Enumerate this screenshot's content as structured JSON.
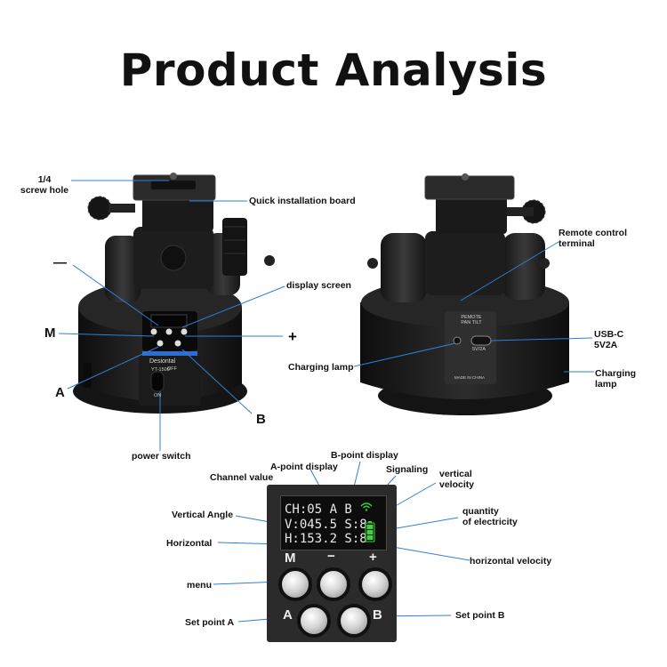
{
  "title": "Product Analysis",
  "left_device": {
    "labels": {
      "screw_hole": "1/4\nscrew hole",
      "quick_board": "Quick installation board",
      "minus": "—",
      "display_screen": "display screen",
      "m": "M",
      "plus": "+",
      "a": "A",
      "b": "B",
      "power_switch": "power switch"
    },
    "body_text": {
      "brand": "Desiontal",
      "model": "YT-1500",
      "off": "OFF",
      "on": "ON"
    }
  },
  "right_device": {
    "labels": {
      "remote_terminal": "Remote control\nterminal",
      "usb_c": "USB-C\n5V2A",
      "charging_lamp_left": "Charging lamp",
      "charging_lamp_right": "Charging\nlamp"
    },
    "body_text": {
      "panel_title": "PEMOTE\nPAN TILT",
      "port_caption": "5V/2A",
      "origin": "MADE IN CHINA"
    }
  },
  "control_panel": {
    "labels": {
      "a_point": "A-point display",
      "b_point": "B-point display",
      "channel": "Channel value",
      "signaling": "Signaling",
      "vertical_velocity": "vertical\nvelocity",
      "vertical_angle": "Vertical Angle",
      "electricity": "quantity\nof electricity",
      "horizontal": "Horizontal",
      "horizontal_velocity": "horizontal velocity",
      "menu": "menu",
      "set_a": "Set point A",
      "set_b": "Set point B"
    },
    "lcd": {
      "line1": "CH:05  A B",
      "line2": "V:045.5 S:8",
      "line3": "H:153.2 S:8"
    },
    "keys": {
      "m": "M",
      "minus": "−",
      "plus": "+",
      "a": "A",
      "b": "B"
    }
  },
  "colors": {
    "callout_line": "#2f7fd6",
    "device_body": "#1e1e1e",
    "battery_green": "#3fcf3f"
  }
}
